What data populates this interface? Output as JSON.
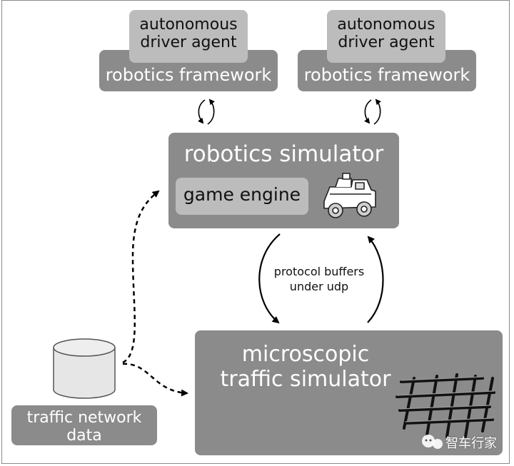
{
  "agents": [
    {
      "agent_label": "autonomous\ndriver agent",
      "framework_label": "robotics framework"
    },
    {
      "agent_label": "autonomous\ndriver agent",
      "framework_label": "robotics framework"
    }
  ],
  "robotics_simulator": {
    "title": "robotics simulator",
    "game_engine_label": "game engine",
    "icon": "vehicle-icon"
  },
  "connection": {
    "label": "protocol buffers\nunder udp"
  },
  "traffic_simulator": {
    "title": "microscopic\ntraffic simulator",
    "icon": "road-network-icon"
  },
  "data_store": {
    "label": "traffic network\ndata",
    "icon": "database-cylinder-icon"
  },
  "watermark": "智车行家",
  "colors": {
    "dark_box": "#8b8b8b",
    "light_box": "#bcbcbc",
    "text_light": "#ffffff",
    "text_dark": "#111111"
  }
}
